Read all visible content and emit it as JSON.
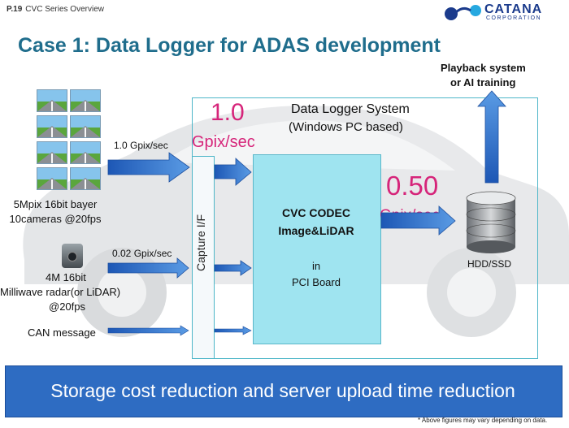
{
  "header": {
    "page_number": "P.19",
    "section": "CVC Series Overview",
    "logo_name": "CATANA",
    "logo_sub": "CORPORATION"
  },
  "title": "Case 1: Data Logger for ADAS development",
  "system": {
    "title": "Data Logger System",
    "subtitle": "(Windows PC based)",
    "capture_label": "Capture I/F"
  },
  "rates": {
    "input_value": "1.0",
    "input_unit": "Gpix/sec",
    "output_value": "0.50",
    "output_unit": "Gpix/sec"
  },
  "codec": {
    "line1": "CVC CODEC",
    "line2": "Image&LiDAR",
    "line3": "in",
    "line4": "PCI Board"
  },
  "inputs": {
    "camera_rate": "1.0 Gpix/sec",
    "camera_desc1": "5Mpix 16bit bayer",
    "camera_desc2": "10cameras @20fps",
    "radar_rate": "0.02 Gpix/sec",
    "radar_desc1": "4M 16bit",
    "radar_desc2": "Milliwave radar(or LiDAR)",
    "radar_desc3": "@20fps",
    "can": "CAN message"
  },
  "storage": {
    "label": "HDD/SSD"
  },
  "playback": {
    "line1": "Playback system",
    "line2": "or AI training"
  },
  "banner": "Storage cost reduction and server upload time reduction",
  "footnote": "* Above figures may vary depending on data.",
  "icons": [
    "catana-logo-icon",
    "camera-thumbnail-icon",
    "radar-sensor-icon",
    "database-icon",
    "arrow-right-icon",
    "arrow-up-icon"
  ],
  "colors": {
    "title": "#1f6d8c",
    "rate_highlight": "#d6257a",
    "codec_box": "#9fe4f0",
    "arrow": "#2d72cc",
    "banner": "#2e6cc2"
  }
}
